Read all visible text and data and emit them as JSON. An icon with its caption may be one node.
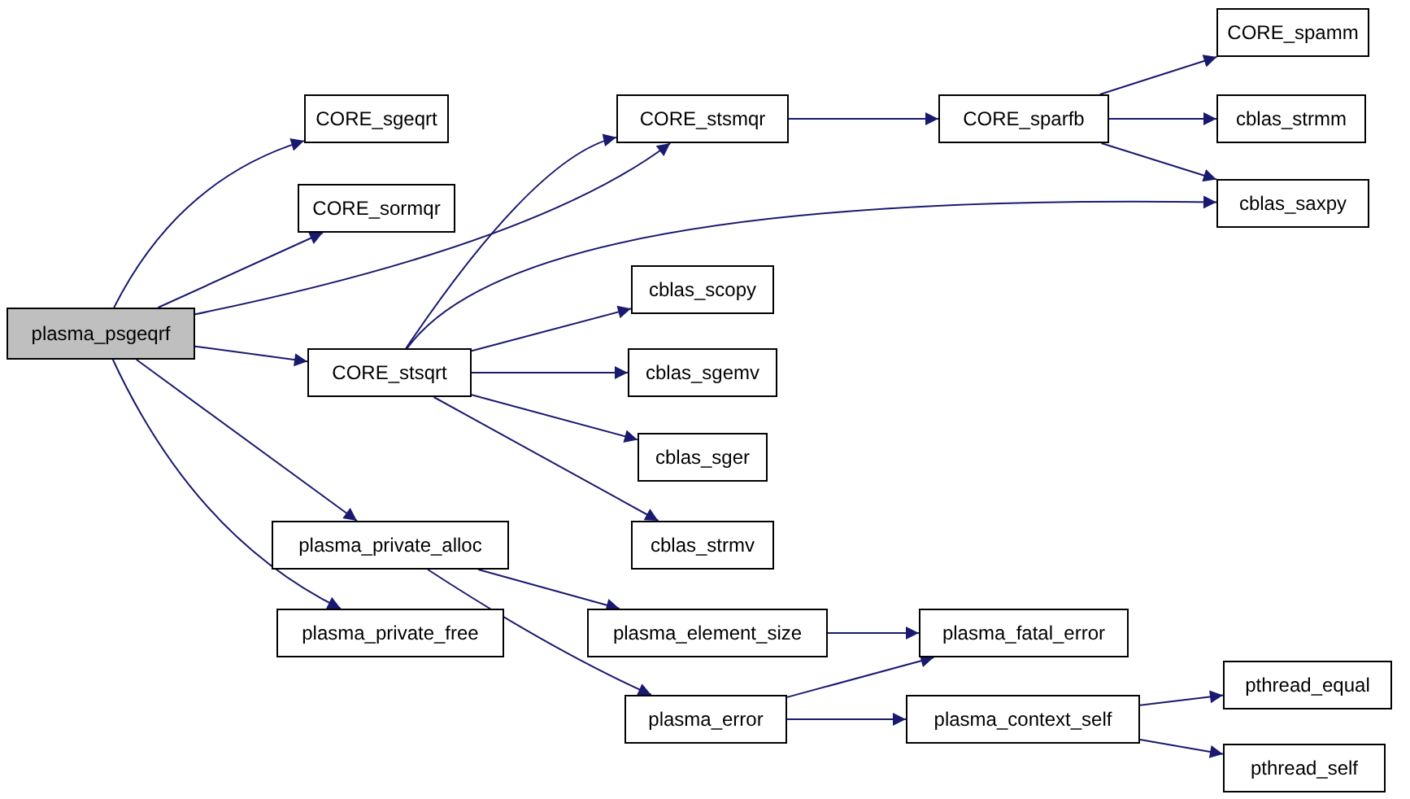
{
  "diagram": {
    "nodes": [
      {
        "text": [
          "plasma_psgeqrf"
        ]
      },
      {
        "text": [
          "CORE_sgeqrt"
        ]
      },
      {
        "text": [
          "CORE_sormqr"
        ]
      },
      {
        "text": [
          "CORE_stsqrt"
        ]
      },
      {
        "text": [
          "plasma_private_alloc"
        ]
      },
      {
        "text": [
          "plasma_private_free"
        ]
      },
      {
        "text": [
          "CORE_stsmqr"
        ]
      },
      {
        "text": [
          "cblas_scopy"
        ]
      },
      {
        "text": [
          "cblas_sgemv"
        ]
      },
      {
        "text": [
          "cblas_sger"
        ]
      },
      {
        "text": [
          "cblas_strmv"
        ]
      },
      {
        "text": [
          "plasma_element_size"
        ]
      },
      {
        "text": [
          "plasma_error"
        ]
      },
      {
        "text": [
          "CORE_sparfb"
        ]
      },
      {
        "text": [
          "plasma_fatal_error"
        ]
      },
      {
        "text": [
          "plasma_context_self"
        ]
      },
      {
        "text": [
          "CORE_spamm"
        ]
      },
      {
        "text": [
          "cblas_strmm"
        ]
      },
      {
        "text": [
          "cblas_saxpy"
        ]
      },
      {
        "text": [
          "pthread_equal"
        ]
      },
      {
        "text": [
          "pthread_self"
        ]
      }
    ],
    "edges": [
      {
        "from": 0,
        "to": 1,
        "arrow": "to"
      },
      {
        "from": 0,
        "to": 2,
        "arrow": "to"
      },
      {
        "from": 0,
        "to": 6,
        "arrow": "to"
      },
      {
        "from": 0,
        "to": 3,
        "arrow": "to"
      },
      {
        "from": 0,
        "to": 4,
        "arrow": "to"
      },
      {
        "from": 0,
        "to": 5,
        "arrow": "to"
      },
      {
        "from": 3,
        "to": 6,
        "arrow": "to"
      },
      {
        "from": 3,
        "to": 18,
        "arrow": "to"
      },
      {
        "from": 3,
        "to": 7,
        "arrow": "to"
      },
      {
        "from": 3,
        "to": 8,
        "arrow": "to"
      },
      {
        "from": 3,
        "to": 9,
        "arrow": "to"
      },
      {
        "from": 3,
        "to": 10,
        "arrow": "to"
      },
      {
        "from": 6,
        "to": 13,
        "arrow": "to"
      },
      {
        "from": 13,
        "to": 16,
        "arrow": "to"
      },
      {
        "from": 13,
        "to": 17,
        "arrow": "to"
      },
      {
        "from": 13,
        "to": 18,
        "arrow": "to"
      },
      {
        "from": 4,
        "to": 11,
        "arrow": "to"
      },
      {
        "from": 4,
        "to": 12,
        "arrow": "to"
      },
      {
        "from": 11,
        "to": 14,
        "arrow": "to"
      },
      {
        "from": 12,
        "to": 14,
        "arrow": "to"
      },
      {
        "from": 12,
        "to": 15,
        "arrow": "to"
      },
      {
        "from": 15,
        "to": 19,
        "arrow": "to"
      },
      {
        "from": 15,
        "to": 20,
        "arrow": "to"
      }
    ]
  }
}
